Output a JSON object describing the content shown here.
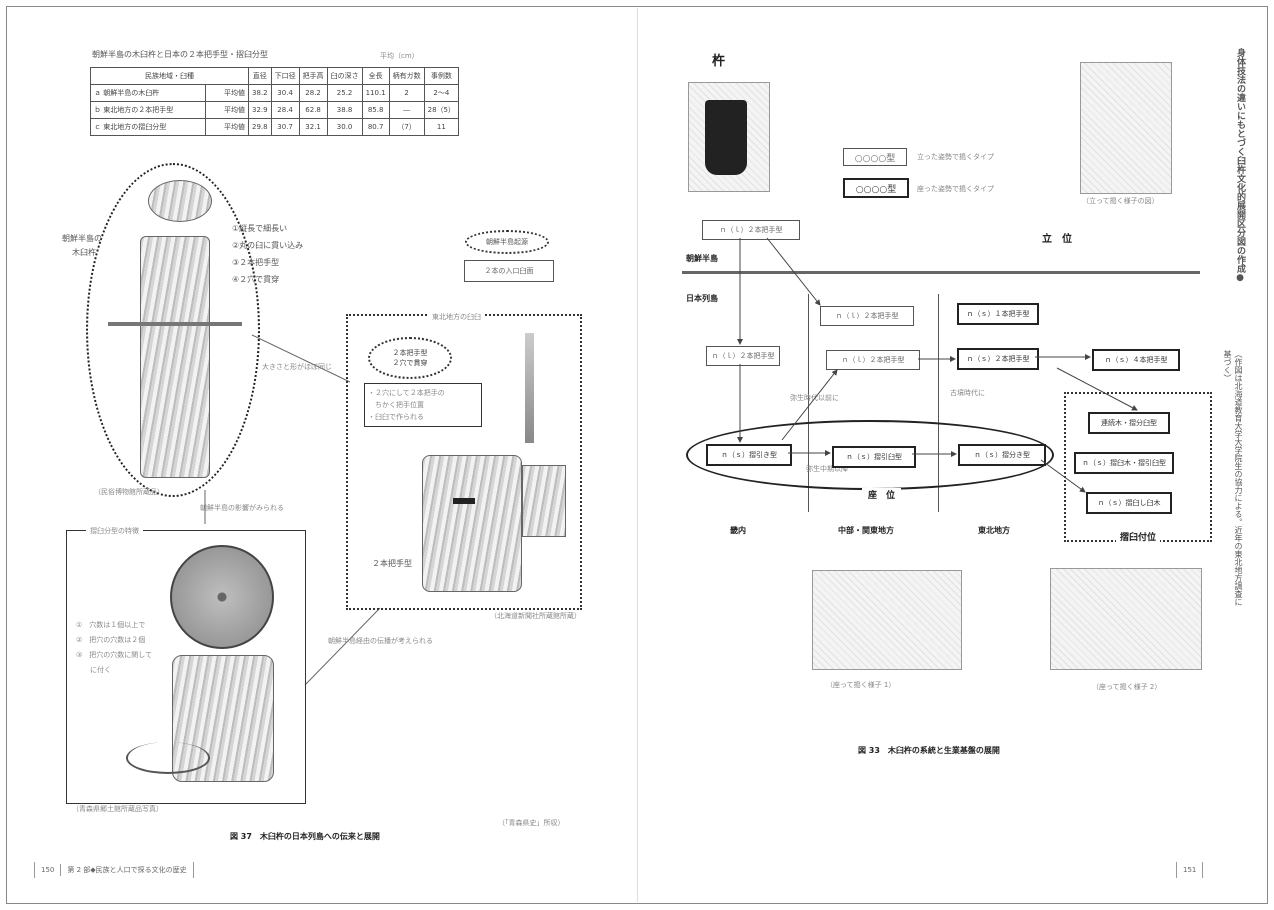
{
  "left_page": {
    "table_title": "朝鮮半島の木臼杵と日本の２本把手型・摺臼分型",
    "table_note": "平均（cm）",
    "table_headers": [
      "民族地域・臼種",
      "",
      "直径",
      "下口径",
      "把手高",
      "臼の深さ",
      "全長",
      "柄有ガ数",
      "事例数"
    ],
    "table_rows": [
      {
        "label": "ａ 朝鮮半島の木臼杵",
        "sub": "平均値",
        "cells": [
          "38.2",
          "30.4",
          "28.2",
          "25.2",
          "110.1",
          "2",
          "2～4"
        ]
      },
      {
        "label": "ｂ 東北地方の２本把手型",
        "sub": "平均値",
        "cells": [
          "32.9",
          "28.4",
          "62.8",
          "38.8",
          "85.8",
          "―",
          "28（5）"
        ]
      },
      {
        "label": "ｃ 東北地方の摺臼分型",
        "sub": "平均値",
        "cells": [
          "29.8",
          "30.7",
          "32.1",
          "30.0",
          "80.7",
          "（7）",
          "11"
        ]
      }
    ],
    "korea_label_1": "朝鮮半島の",
    "korea_label_2": "木臼杵",
    "feature_list": [
      "①縦長で細長い",
      "②丸の臼に貫い込み",
      "③２本把手型",
      "④２穴で貫穿"
    ],
    "oval_caption": "（民俗博物館所蔵品）",
    "arrow_label_1": "大きさと形がほぼ同じ",
    "arrow_label_2": "朝鮮半島の影響がみられる",
    "question_box": "朝鮮半島起源",
    "answer_box": "２本の入口臼面",
    "japan_box_title": "東北地方の臼臼",
    "japan_oval_1": "２本把手型",
    "japan_oval_2": "２穴で貫穿",
    "japan_note": [
      "・２穴にして２本把手の",
      "　ちかく把手位置",
      "・臼臼で作られる"
    ],
    "japan_tag": "２本把手型",
    "japan_caption": "（北海道新聞社所蔵館所蔵）",
    "bottom_arrow_label": "朝鮮半島経由の伝播が考えられる",
    "mill_box_title": "摺臼分型の特徴",
    "mill_features": [
      "①　穴数は１個以上で",
      "②　把穴の穴数は２個",
      "③　把穴の穴数に関して",
      "　　に付く"
    ],
    "mill_caption": "（青森県郷土館所蔵品写真）",
    "figure_caption": "図 37　木臼杵の日本列島への伝来と展開",
    "credit": "（「青森県史」所収）",
    "footer_page": "150",
    "footer_chapter": "第 2 部◆民族と人口で探る文化の歴史"
  },
  "right_page": {
    "vertical_title": "身体技法の違いにもとづく臼杵文化的展開区分図の作成●",
    "vertical_sub": "（作図は北海道教育大学大学院生の協力による。近年の東北地方調査に基づく）",
    "header_mark": "杵",
    "legend_1_box": "○○○○型",
    "legend_1_text": "立った姿勢で搗くタイプ",
    "legend_2_box": "○○○○型",
    "legend_2_text": "座った姿勢で搗くタイプ",
    "standing_label": "立　位",
    "standing_caption": "（立って搗く様子の図）",
    "korea_label": "朝鮮半島",
    "japan_label": "日本列島",
    "box_korea": "ｎ（ｌ）２本把手型",
    "box_a": "ｎ（ｌ）２本把手型",
    "box_b": "ｎ（ｌ）２本把手型",
    "box_c": "ｎ（ｌ）２本把手型",
    "box_d": "ｎ（ｓ）２本把手型",
    "box_e": "ｎ（ｓ）１本把手型",
    "box_f": "ｎ（ｓ）４本把手型",
    "box_g": "ｎ（ｓ）摺引き型",
    "box_h": "ｎ（ｓ）摺引臼型",
    "box_i": "ｎ（ｓ）摺分き型",
    "box_j": "連続木・摺分臼型",
    "box_k": "ｎ（ｓ）摺臼木・摺引臼型",
    "box_l": "ｎ（ｓ）摺臼し臼木",
    "note_1": "弥生時代以前に",
    "note_2": "弥生中期以降",
    "note_3": "古墳時代に",
    "oval_label": "座　位",
    "region_1": "畿内",
    "region_2": "中部・関東地方",
    "region_3": "東北地方",
    "group_label": "摺臼付位",
    "seated_caption_1": "（座って搗く様子 1）",
    "seated_caption_2": "（座って搗く様子 2）",
    "figure_caption": "図 33　木臼杵の系統と生業基盤の展開",
    "footer_page": "151"
  }
}
